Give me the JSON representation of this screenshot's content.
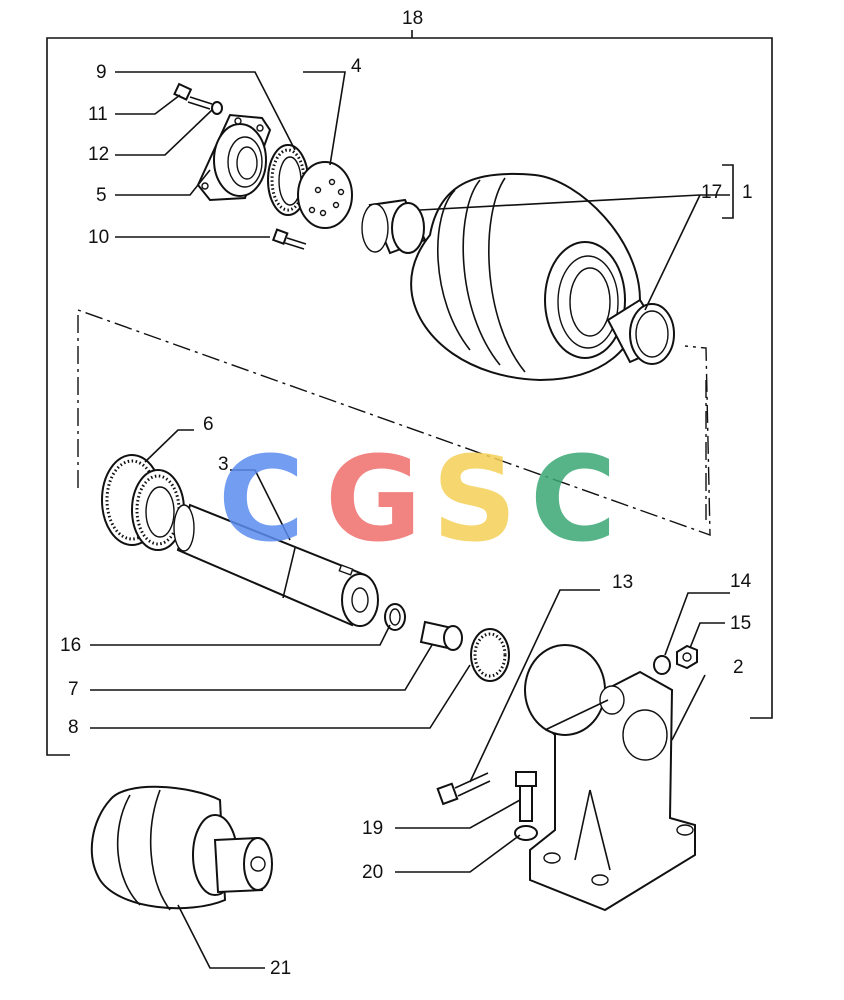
{
  "callouts": {
    "c1": "1",
    "c2": "2",
    "c3": "3",
    "c4": "4",
    "c5": "5",
    "c6": "6",
    "c7": "7",
    "c8": "8",
    "c9": "9",
    "c10": "10",
    "c11": "11",
    "c12": "12",
    "c13": "13",
    "c14": "14",
    "c15": "15",
    "c16": "16",
    "c17": "17",
    "c18": "18",
    "c19": "19",
    "c20": "20",
    "c21": "21"
  },
  "watermark": {
    "letters": [
      "C",
      "G",
      "S",
      "C"
    ],
    "colors": [
      "#5b8def",
      "#ef6f6c",
      "#f5cf55",
      "#3aa874"
    ]
  }
}
